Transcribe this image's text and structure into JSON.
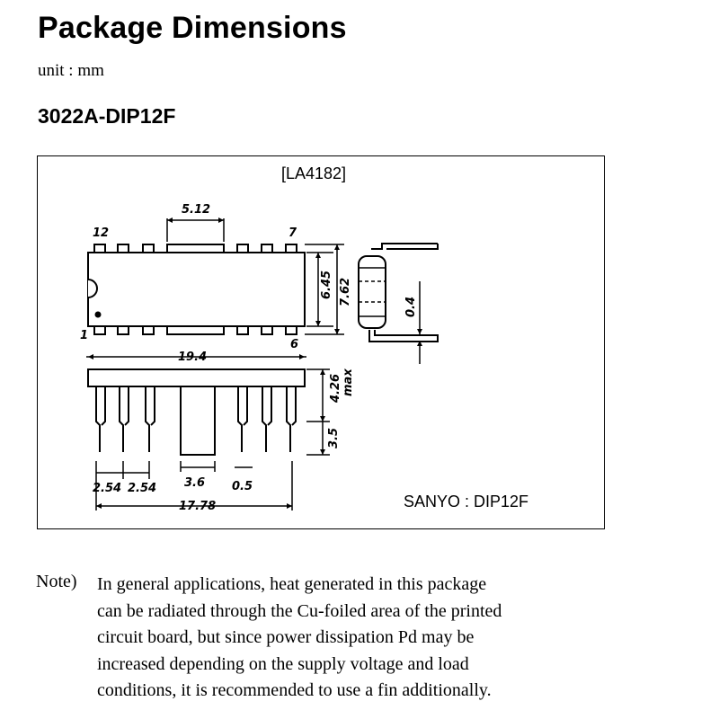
{
  "header": {
    "title": "Package Dimensions",
    "unit": "unit : mm",
    "package_code": "3022A-DIP12F"
  },
  "drawing": {
    "part_label": "[LA4182]",
    "pin_12": "12",
    "pin_7": "7",
    "pin_1": "1",
    "pin_6": "6",
    "dim_top_tab": "5.12",
    "dim_body_length": "19.4",
    "dim_inner_height": "6.45",
    "dim_outer_height": "7.62",
    "dim_lead_thickness": "0.4",
    "dim_body_height": "4.26",
    "dim_body_height_suffix": "max",
    "dim_lead_length": "3.5",
    "dim_tab_width": "3.6",
    "dim_lead_width": "0.5",
    "dim_pitch_1": "2.54",
    "dim_pitch_2": "2.54",
    "dim_total_pitch": "17.78",
    "maker_label": "SANYO : DIP12F"
  },
  "note": {
    "label": "Note)",
    "lines": [
      "In general applications, heat generated in this package",
      "can be radiated through the Cu-foiled area of the printed",
      "circuit board, but since power dissipation Pd may be",
      "increased depending on the supply voltage and load",
      "conditions, it is recommended to use a fin additionally."
    ]
  }
}
